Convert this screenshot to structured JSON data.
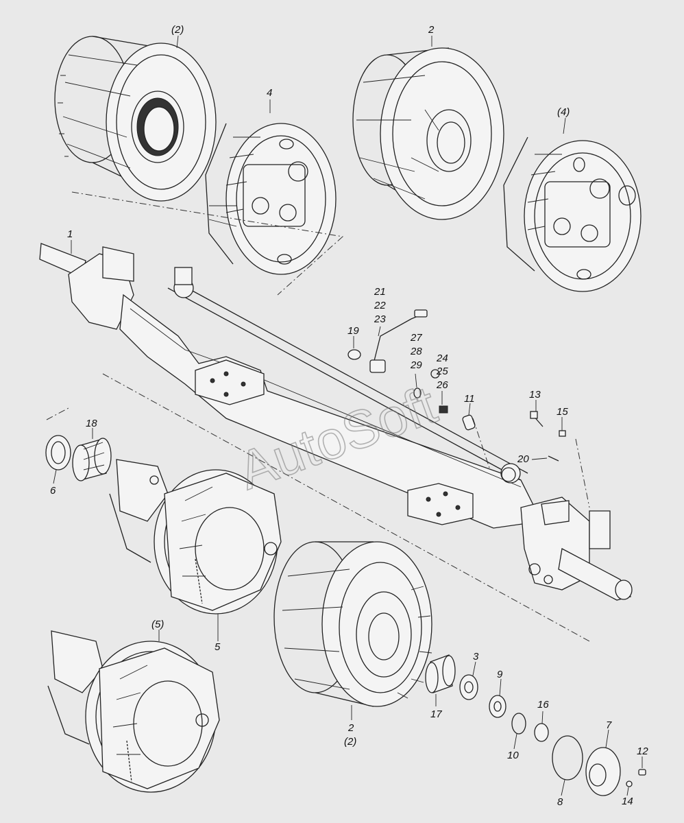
{
  "watermark": "AutoSoft",
  "labels": {
    "drum_top_left": "(2)",
    "drum_top_right": "2",
    "brake_top_mid": "4",
    "brake_top_right": "(4)",
    "axle": "1",
    "sensor_a": "21",
    "sensor_b": "22",
    "sensor_c": "23",
    "bushing": "19",
    "clip_a": "27",
    "clip_b": "28",
    "clip_c": "29",
    "bracket_a": "24",
    "bracket_b": "25",
    "bracket_c": "26",
    "sleeve": "11",
    "bolt": "13",
    "nut": "15",
    "pin": "20",
    "bearing_inner": "18",
    "seal": "6",
    "brake_bottom_mid": "5",
    "brake_bottom_left": "(5)",
    "drum_bottom": "2",
    "drum_bottom_alt": "(2)",
    "washer_lock": "3",
    "bearing_outer": "17",
    "washer": "9",
    "ring": "10",
    "hub_nut": "16",
    "cap": "7",
    "gasket": "8",
    "cap_bolt": "12",
    "cap_washer": "14"
  }
}
